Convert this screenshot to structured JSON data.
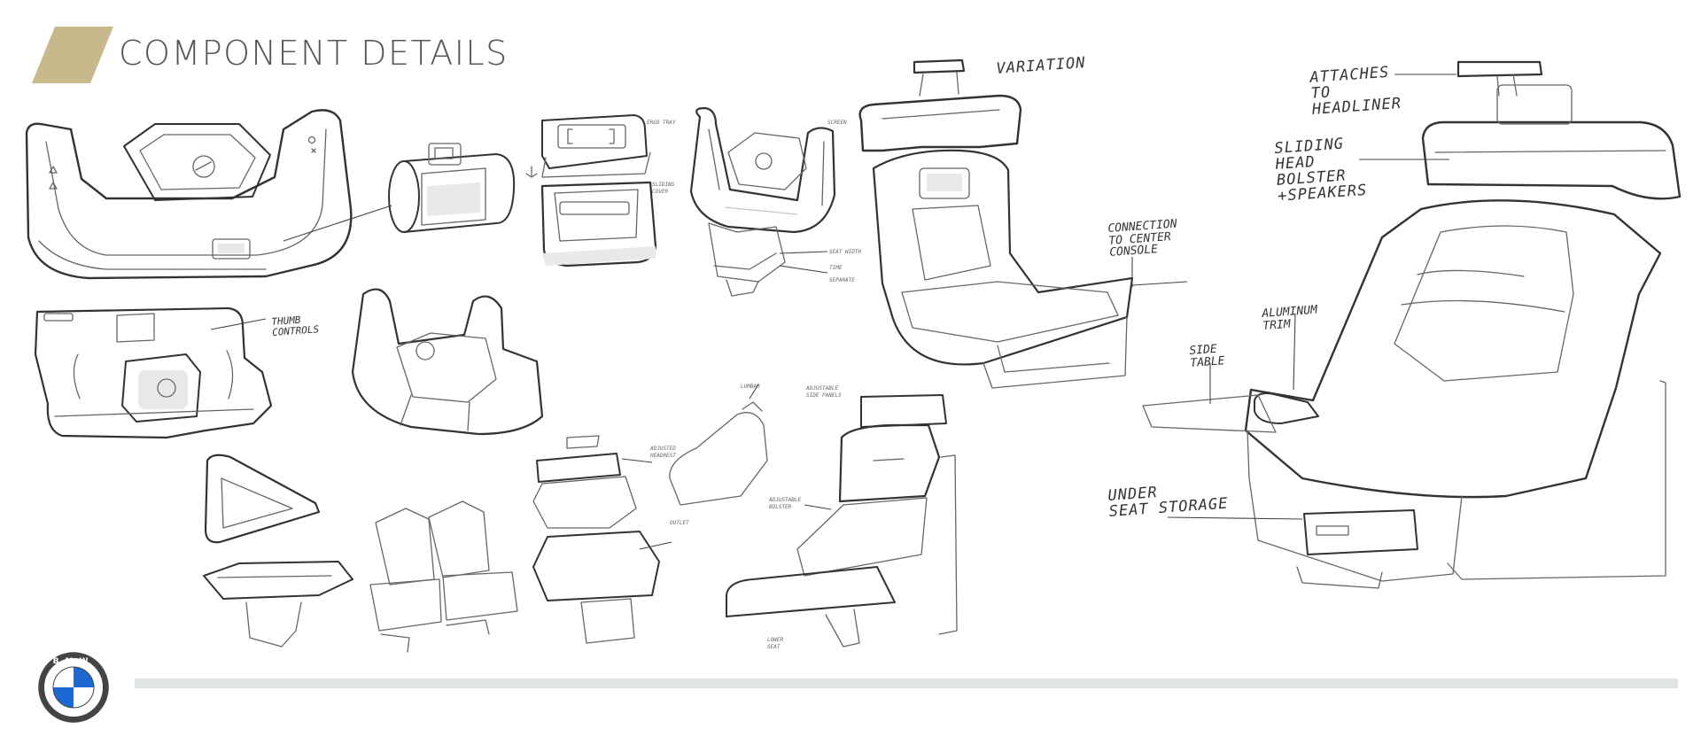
{
  "title": "COMPONENT DETAILS",
  "brand": {
    "accent_color": "#c8b98c",
    "logo_icon": "bmw-roundel-icon",
    "logo_letters": "BMW",
    "logo_blue": "#1c69d4",
    "footer_bar_color": "#dfe5e5"
  },
  "annotations": {
    "variation": "VARIATION",
    "attaches_to_headliner": "ATTACHES\nTO\nHEADLINER",
    "sliding_head_bolster": "SLIDING\nHEAD\nBOLSTER\n+SPEAKERS",
    "connection_center_console": "CONNECTION\nTO CENTER\nCONSOLE",
    "aluminum_trim": "ALUMINUM\nTRIM",
    "side_table": "SIDE\nTABLE",
    "under_seat_storage": "UNDER\nSEAT STORAGE",
    "thumb_controls": "THUMB\nCONTROLS"
  }
}
